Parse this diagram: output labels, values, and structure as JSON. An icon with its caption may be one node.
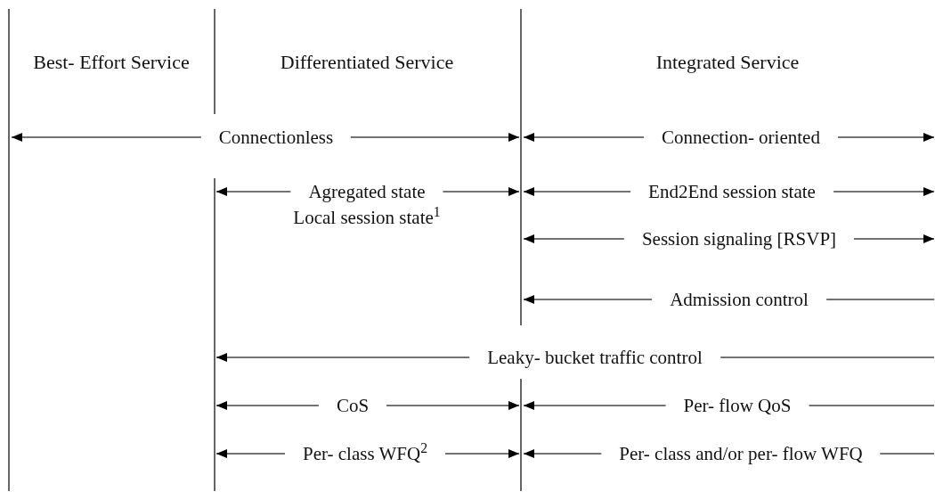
{
  "diagram": {
    "labels": [
      "Best- Effort Service",
      "Differentiated Service",
      "Integrated Service",
      "Connectionless",
      "Connection- oriented",
      "Agregated state",
      "Local session state$^{1}$",
      "End2End session state",
      "Session signaling [RSVP]",
      "Admission control",
      "Leaky- bucket traffic control",
      "CoS",
      "Per- flow QoS",
      "Per- class WFQ$^{2}$",
      "Per- class and/or per- flow WFQ"
    ]
  }
}
